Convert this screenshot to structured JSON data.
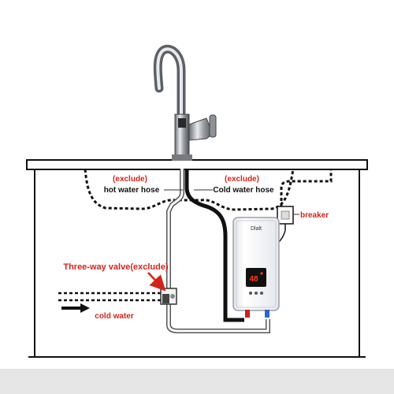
{
  "diagram": {
    "labels": {
      "exclude_left": "(exclude)",
      "hot_water_hose": "hot water hose",
      "exclude_right": "(exclude)",
      "cold_water_hose": "Cold water hose",
      "breaker": "breaker",
      "three_way_valve": "Three-way valve(exclude)",
      "cold_water": "cold water",
      "brand": "Dlalt",
      "display_reading": "48"
    },
    "colors": {
      "label_red": "#d4241a",
      "label_black": "#111111",
      "heater_body": "#f4f5f8",
      "display_red": "#ff3a1e"
    }
  }
}
